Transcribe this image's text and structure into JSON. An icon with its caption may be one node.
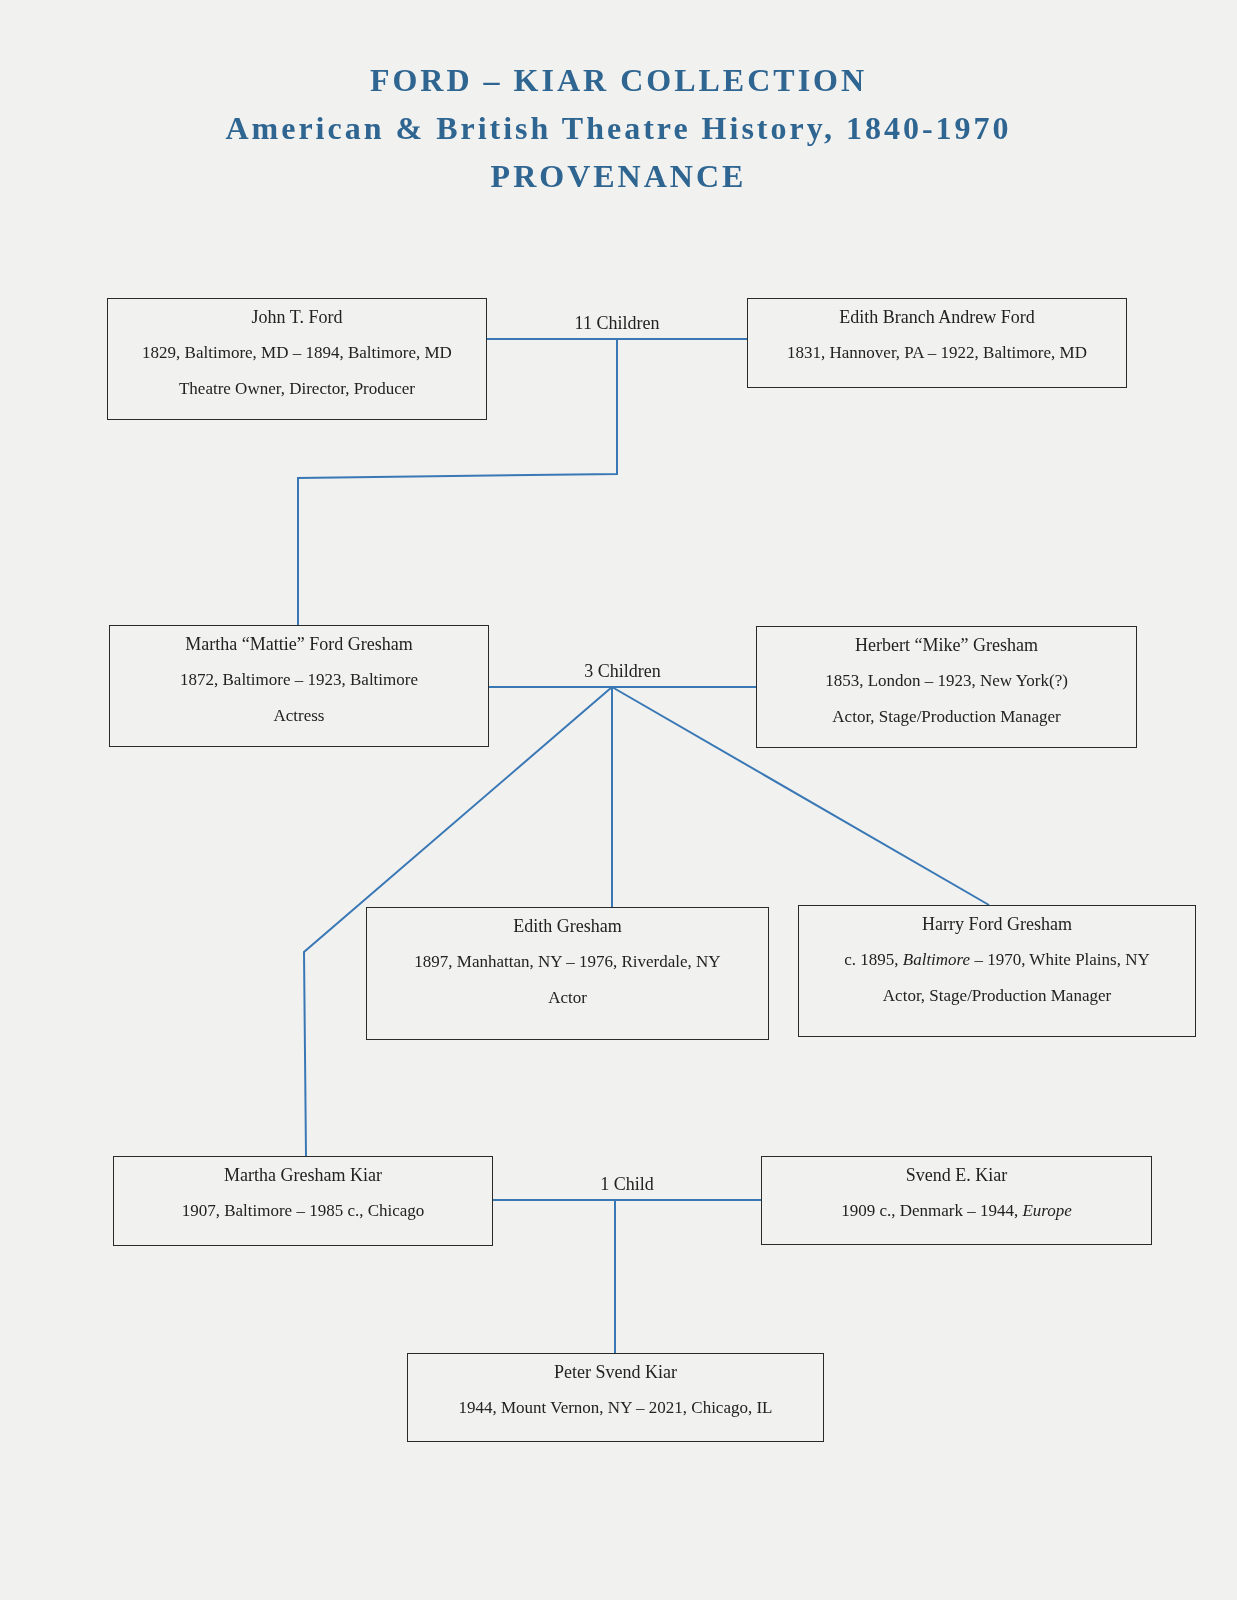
{
  "diagram": {
    "title": "FORD – KIAR COLLECTION",
    "labels": [
      "American & British Theatre History, 1840-1970",
      "PROVENANCE"
    ],
    "nodes": [
      {
        "text": [
          "John T. Ford",
          "1829, Baltimore, MD – 1894, Baltimore, MD",
          "Theatre Owner, Director, Producer"
        ]
      },
      {
        "text": [
          "Edith Branch Andrew Ford",
          "1831, Hannover, PA – 1922, Baltimore, MD"
        ]
      },
      {
        "text": [
          "Martha “Mattie” Ford Gresham",
          "1872, Baltimore – 1923, Baltimore",
          "Actress"
        ]
      },
      {
        "text": [
          "Herbert “Mike” Gresham",
          "1853, London – 1923, New York(?)",
          "Actor, Stage/Production Manager"
        ]
      },
      {
        "text": [
          "Edith Gresham",
          "1897, Manhattan, NY – 1976, Riverdale, NY",
          "Actor"
        ]
      },
      {
        "text": [
          "Harry Ford Gresham",
          "c. 1895, *Baltimore* – 1970, White Plains, NY",
          "Actor, Stage/Production Manager"
        ]
      },
      {
        "text": [
          "Martha Gresham Kiar",
          "1907, Baltimore – 1985 c., Chicago"
        ]
      },
      {
        "text": [
          "Svend E. Kiar",
          "1909 c., Denmark – 1944, *Europe*"
        ]
      },
      {
        "text": [
          "Peter Svend Kiar",
          "1944, Mount Vernon, NY – 2021, Chicago, IL"
        ]
      }
    ],
    "edges": [
      {
        "from": 0,
        "to": 1,
        "arrow": "none",
        "label": "11 Children"
      },
      {
        "from": null,
        "to": 2,
        "arrow": "none"
      },
      {
        "from": 2,
        "to": 3,
        "arrow": "none",
        "label": "3 Children"
      },
      {
        "from": null,
        "to": 6,
        "arrow": "none"
      },
      {
        "from": null,
        "to": 4,
        "arrow": "none"
      },
      {
        "from": null,
        "to": 5,
        "arrow": "none"
      },
      {
        "from": 6,
        "to": 7,
        "arrow": "none",
        "label": "1 Child"
      },
      {
        "from": null,
        "to": 8,
        "arrow": "none"
      }
    ]
  }
}
